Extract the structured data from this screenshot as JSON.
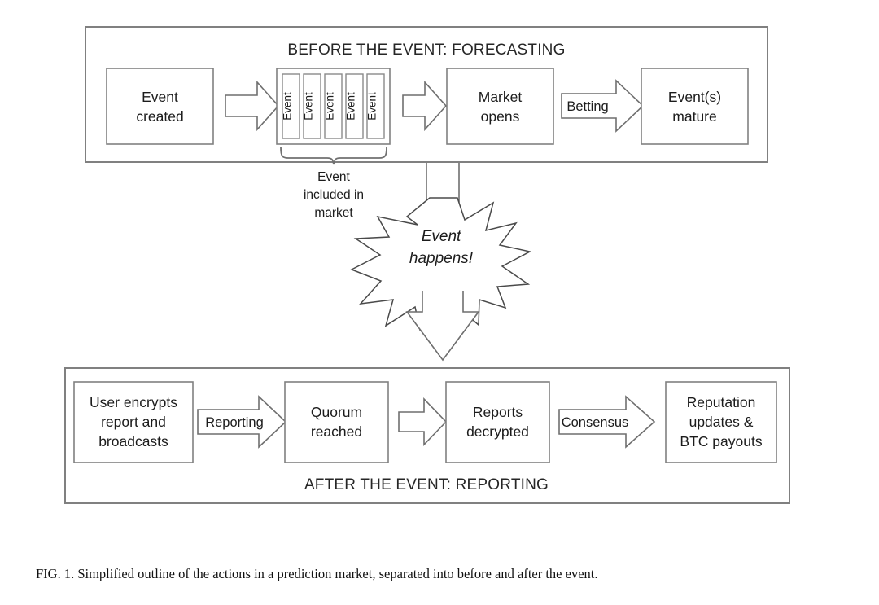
{
  "figure": {
    "caption": "FIG. 1. Simplified outline of the actions in a prediction market, separated into before and after the event.",
    "line_color": "#808080",
    "text_color": "#1c1c1c",
    "background": "#ffffff"
  },
  "top_panel": {
    "title": "BEFORE THE EVENT: FORECASTING",
    "boxes": [
      {
        "id": "event-created",
        "line1": "Event",
        "line2": "created"
      },
      {
        "id": "event-stack",
        "items": [
          "Event",
          "Event",
          "Event",
          "Event",
          "Event"
        ]
      },
      {
        "id": "market-opens",
        "line1": "Market",
        "line2": "opens"
      },
      {
        "id": "events-mature",
        "line1": "Event(s)",
        "line2": "mature"
      }
    ],
    "arrows": [
      {
        "id": "arrow-created-to-stack",
        "label": ""
      },
      {
        "id": "arrow-stack-to-market",
        "label": ""
      },
      {
        "id": "arrow-market-to-mature",
        "label": "Betting"
      }
    ],
    "brace_label": {
      "line1": "Event",
      "line2": "included in",
      "line3": "market"
    }
  },
  "middle": {
    "burst": {
      "line1": "Event",
      "line2": "happens!"
    },
    "down_arrow": {
      "id": "arrow-burst-to-reporting",
      "label": ""
    }
  },
  "bottom_panel": {
    "title": "AFTER THE EVENT: REPORTING",
    "boxes": [
      {
        "id": "user-encrypts",
        "line1": "User encrypts",
        "line2": "report and",
        "line3": "broadcasts"
      },
      {
        "id": "quorum-reached",
        "line1": "Quorum",
        "line2": "reached"
      },
      {
        "id": "reports-decrypted",
        "line1": "Reports",
        "line2": "decrypted"
      },
      {
        "id": "reputation-payouts",
        "line1": "Reputation",
        "line2": "updates &",
        "line3": "BTC payouts"
      }
    ],
    "arrows": [
      {
        "id": "arrow-encrypt-to-quorum",
        "label": "Reporting"
      },
      {
        "id": "arrow-quorum-to-decrypt",
        "label": ""
      },
      {
        "id": "arrow-decrypt-to-payouts",
        "label": "Consensus"
      }
    ]
  }
}
